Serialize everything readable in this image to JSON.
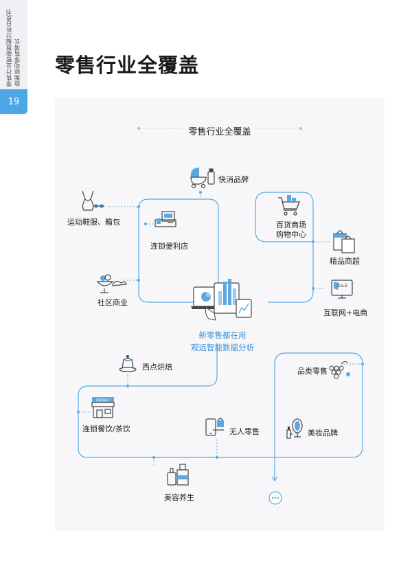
{
  "side": {
    "vertical_text_1": "零售行业智能数据分析白皮书",
    "vertical_text_2": "数据驱动零售增长",
    "page_number": "19"
  },
  "page_title": "零售行业全覆盖",
  "diagram": {
    "title": "零售行业全覆盖",
    "center_line1": "新零售都在用",
    "center_line2": "观远智能数据分析",
    "nodes": {
      "fmcg": "快消品牌",
      "sports": "运动鞋服、箱包",
      "convenience": "连锁便利店",
      "department_line1": "百货商场",
      "department_line2": "购物中心",
      "boutique": "精品商超",
      "community": "社区商业",
      "ecommerce": "互联网+电商",
      "bakery": "西点烘焙",
      "category": "品类零售",
      "restaurant": "连锁餐饮/茶饮",
      "unmanned": "无人零售",
      "cosmetics": "美妆品牌",
      "beauty": "美容养生"
    },
    "sign_text": "REPAST",
    "sale_text": "SALE"
  },
  "colors": {
    "accent": "#4ca7e4",
    "line": "#5aa9e0",
    "icon": "#444444"
  }
}
